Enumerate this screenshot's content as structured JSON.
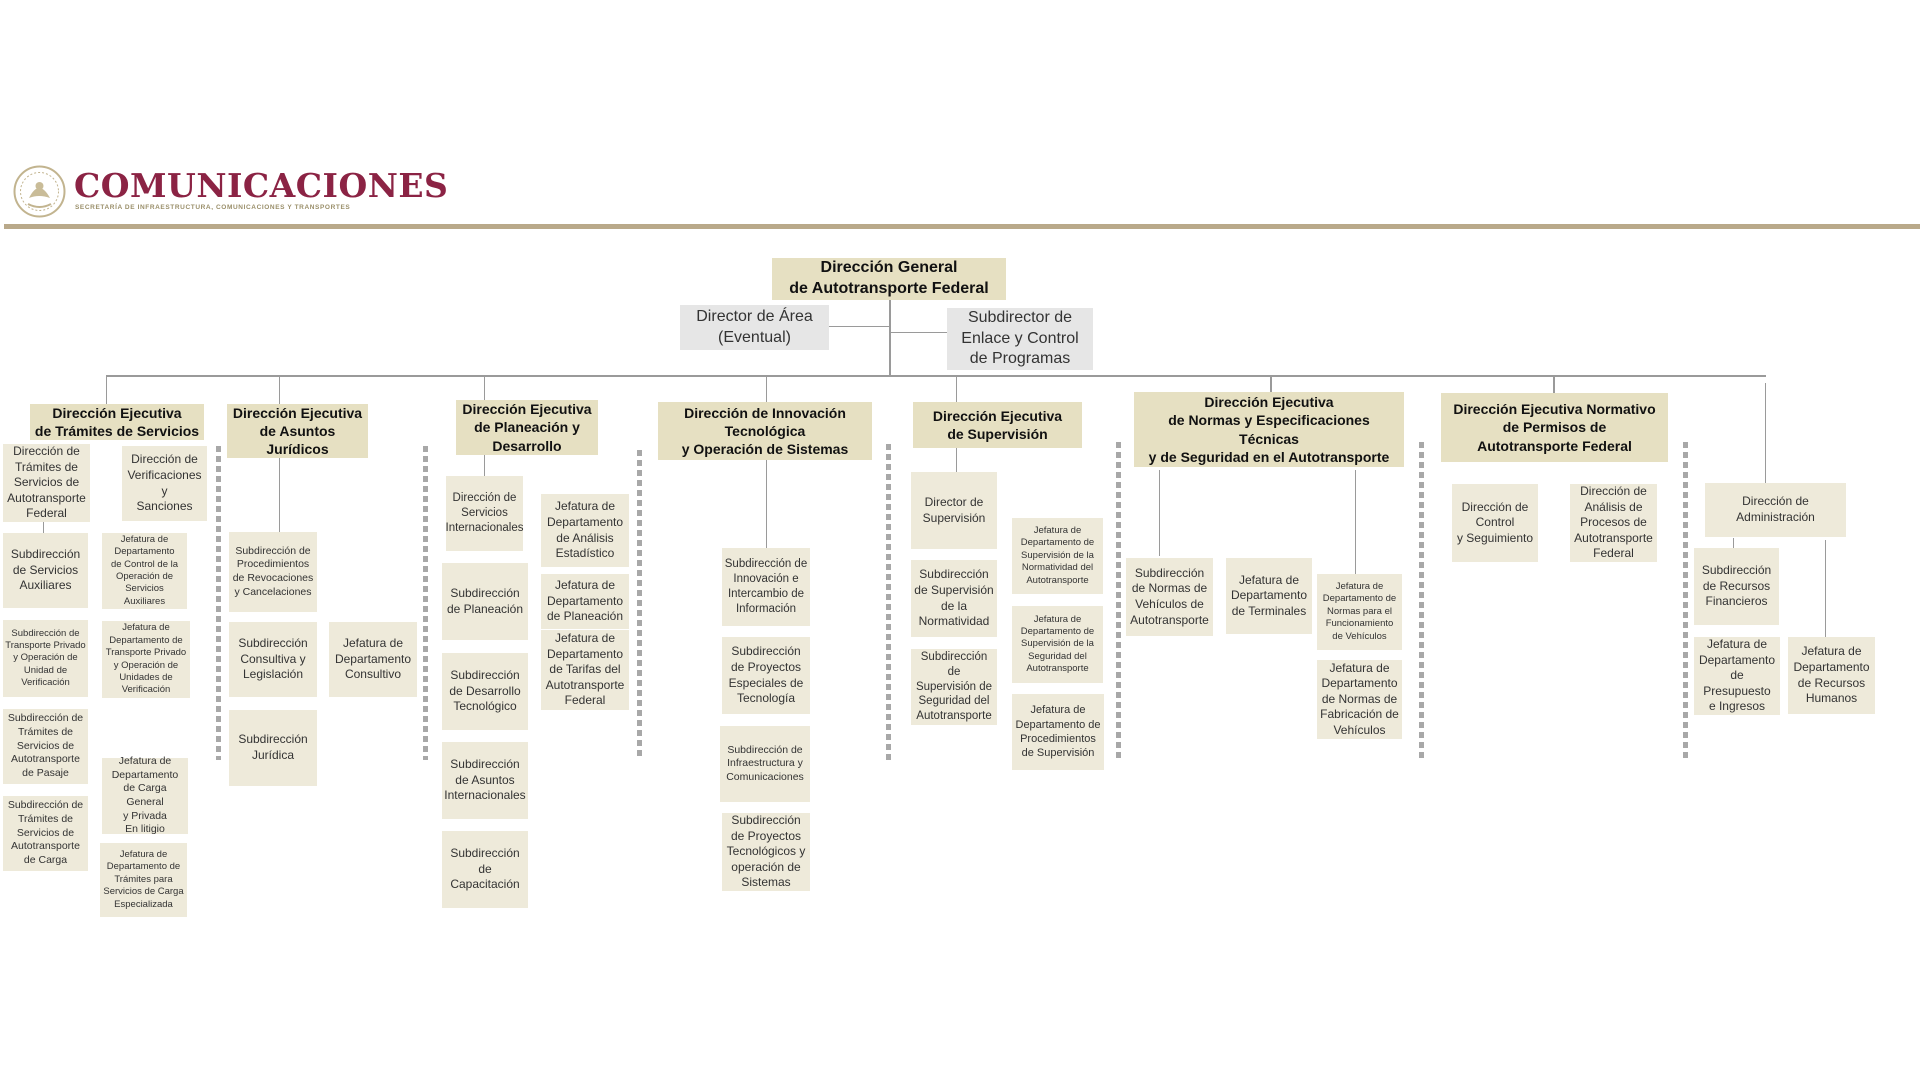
{
  "header": {
    "title": "COMUNICACIONES",
    "subtitle": "SECRETARÍA DE INFRAESTRUCTURA, COMUNICACIONES Y TRANSPORTES",
    "accent_color": "#8b2344",
    "rule_color": "#b9a98a"
  },
  "colors": {
    "box": "#eeeada",
    "head": "#e6e0c2",
    "grey": "#e6e6e6"
  },
  "org": {
    "top": "Dirección General\nde Autotransporte Federal",
    "advisor_left": "Director de Área\n(Eventual)",
    "advisor_right": "Subdirector de\nEnlace y Control\nde Programas",
    "tramites": {
      "head": "Dirección Ejecutiva\nde Trámites de Servicios",
      "items": [
        "Dirección de\nTrámites de\nServicios de\nAutotransporte\nFederal",
        "Dirección de\nVerificaciones y\nSanciones",
        "Subdirección\nde Servicios\nAuxiliares",
        "Jefatura de\nDepartamento\nde Control de la\nOperación de\nServicios\nAuxiliares",
        "Subdirección de\nTransporte Privado\ny Operación de\nUnidad de\nVerificación",
        "Jefatura de\nDepartamento de\nTransporte Privado\ny Operación de\nUnidades de\nVerificación",
        "Subdirección de\nTrámites de\nServicios de\nAutotransporte\nde Pasaje",
        "Jefatura de\nDepartamento\nde Carga General\ny Privada\nEn litigio",
        "Subdirección de\nTrámites de\nServicios de\nAutotransporte\nde Carga",
        "Jefatura de\nDepartamento de\nTrámites para\nServicios de Carga\nEspecializada"
      ]
    },
    "juridicos": {
      "head": "Dirección Ejecutiva\nde Asuntos\nJurídicos",
      "items": [
        "Subdirección de\nProcedimientos\nde Revocaciones\ny Cancelaciones",
        "Subdirección\nConsultiva y\nLegislación",
        "Jefatura de\nDepartamento\nConsultivo",
        "Subdirección\nJurídica"
      ]
    },
    "planeacion": {
      "head": "Dirección Ejecutiva\nde Planeación y\nDesarrollo",
      "items": [
        "Dirección de\nServicios\nInternacionales",
        "Jefatura de\nDepartamento\nde Análisis\nEstadístico",
        "Subdirección\nde Planeación",
        "Jefatura de\nDepartamento\nde Planeación",
        "Jefatura de\nDepartamento\nde Tarifas del\nAutotransporte\nFederal",
        "Subdirección\nde Desarrollo\nTecnológico",
        "Subdirección\nde Asuntos\nInternacionales",
        "Subdirección\nde\nCapacitación"
      ]
    },
    "innovacion": {
      "head": "Dirección de Innovación\nTecnológica\ny Operación de Sistemas",
      "items": [
        "Subdirección de\nInnovación e\nIntercambio de\nInformación",
        "Subdirección\nde Proyectos\nEspeciales de\nTecnología",
        "Subdirección de\nInfraestructura y\nComunicaciones",
        "Subdirección\nde Proyectos\nTecnológicos y\noperación de\nSistemas"
      ]
    },
    "supervision": {
      "head": "Dirección Ejecutiva\nde Supervisión",
      "items": [
        "Director de\nSupervisión",
        "Jefatura de\nDepartamento de\nSupervisión de la\nNormatividad del\nAutotransporte",
        "Subdirección\nde Supervisión\nde la\nNormatividad",
        "Jefatura de\nDepartamento de\nSupervisión de la\nSeguridad del\nAutotransporte",
        "Subdirección de\nSupervisión de\nSeguridad del\nAutotransporte",
        "Jefatura de\nDepartamento de\nProcedimientos\nde Supervisión"
      ]
    },
    "normas": {
      "head": "Dirección Ejecutiva\nde Normas y Especificaciones\nTécnicas\ny de Seguridad en el Autotransporte",
      "items": [
        "Subdirección\nde Normas de\nVehículos de\nAutotransporte",
        "Jefatura de\nDepartamento\nde Terminales",
        "Jefatura de\nDepartamento de\nNormas para el\nFuncionamiento\nde Vehículos",
        "Jefatura de\nDepartamento\nde Normas de\nFabricación de\nVehículos"
      ]
    },
    "permisos": {
      "head": "Dirección Ejecutiva Normativo\nde Permisos de\nAutotransporte Federal",
      "items": [
        "Dirección de\nControl\ny Seguimiento",
        "Dirección de\nAnálisis de\nProcesos de\nAutotransporte\nFederal"
      ]
    },
    "administracion": {
      "items": [
        "Dirección de\nAdministración",
        "Subdirección\nde Recursos\nFinancieros",
        "Jefatura de\nDepartamento\nde Presupuesto\ne Ingresos",
        "Jefatura de\nDepartamento\nde Recursos\nHumanos"
      ]
    }
  }
}
